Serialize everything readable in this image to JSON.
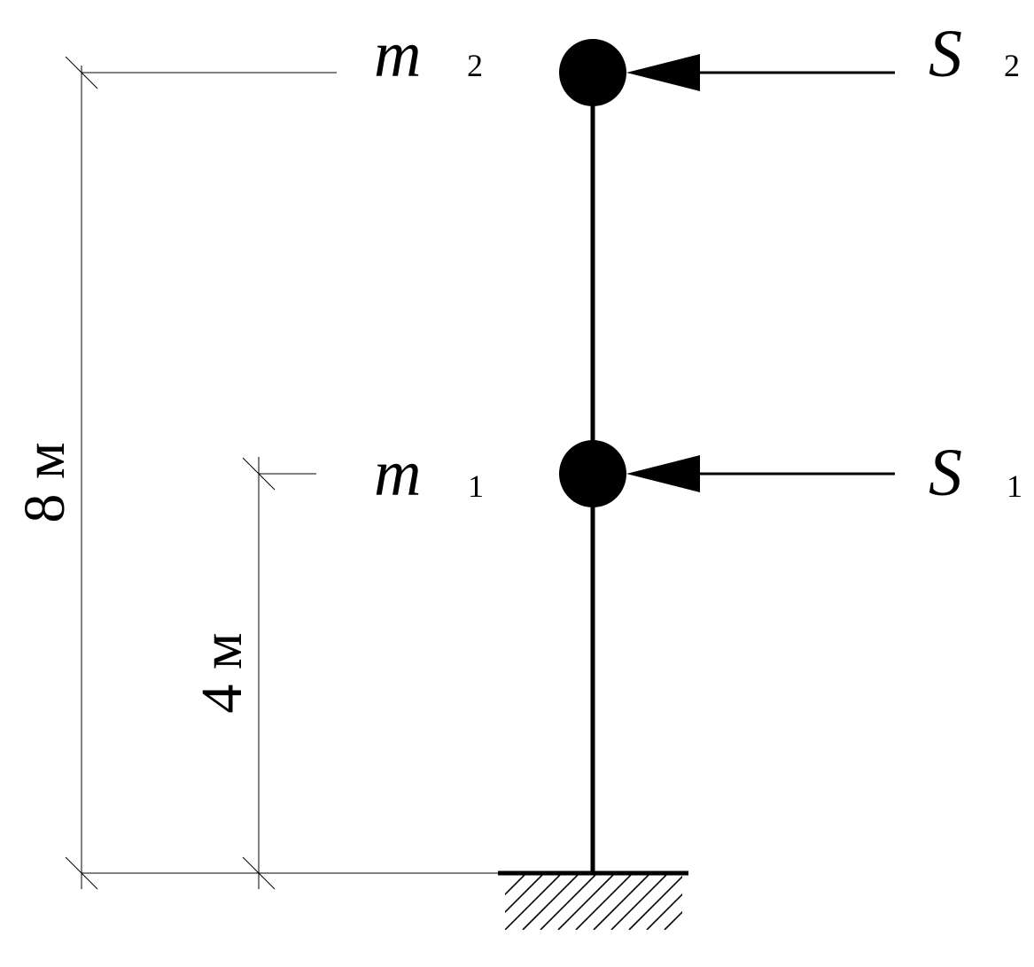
{
  "masses": [
    {
      "symbol": "m",
      "index": "2"
    },
    {
      "symbol": "m",
      "index": "1"
    }
  ],
  "forces": [
    {
      "symbol": "S",
      "index": "2"
    },
    {
      "symbol": "S",
      "index": "1"
    }
  ],
  "dimensions": {
    "total_height": "8 м",
    "first_floor_height": "4 м"
  },
  "colors": {
    "stroke": "#000000",
    "background": "#ffffff"
  }
}
